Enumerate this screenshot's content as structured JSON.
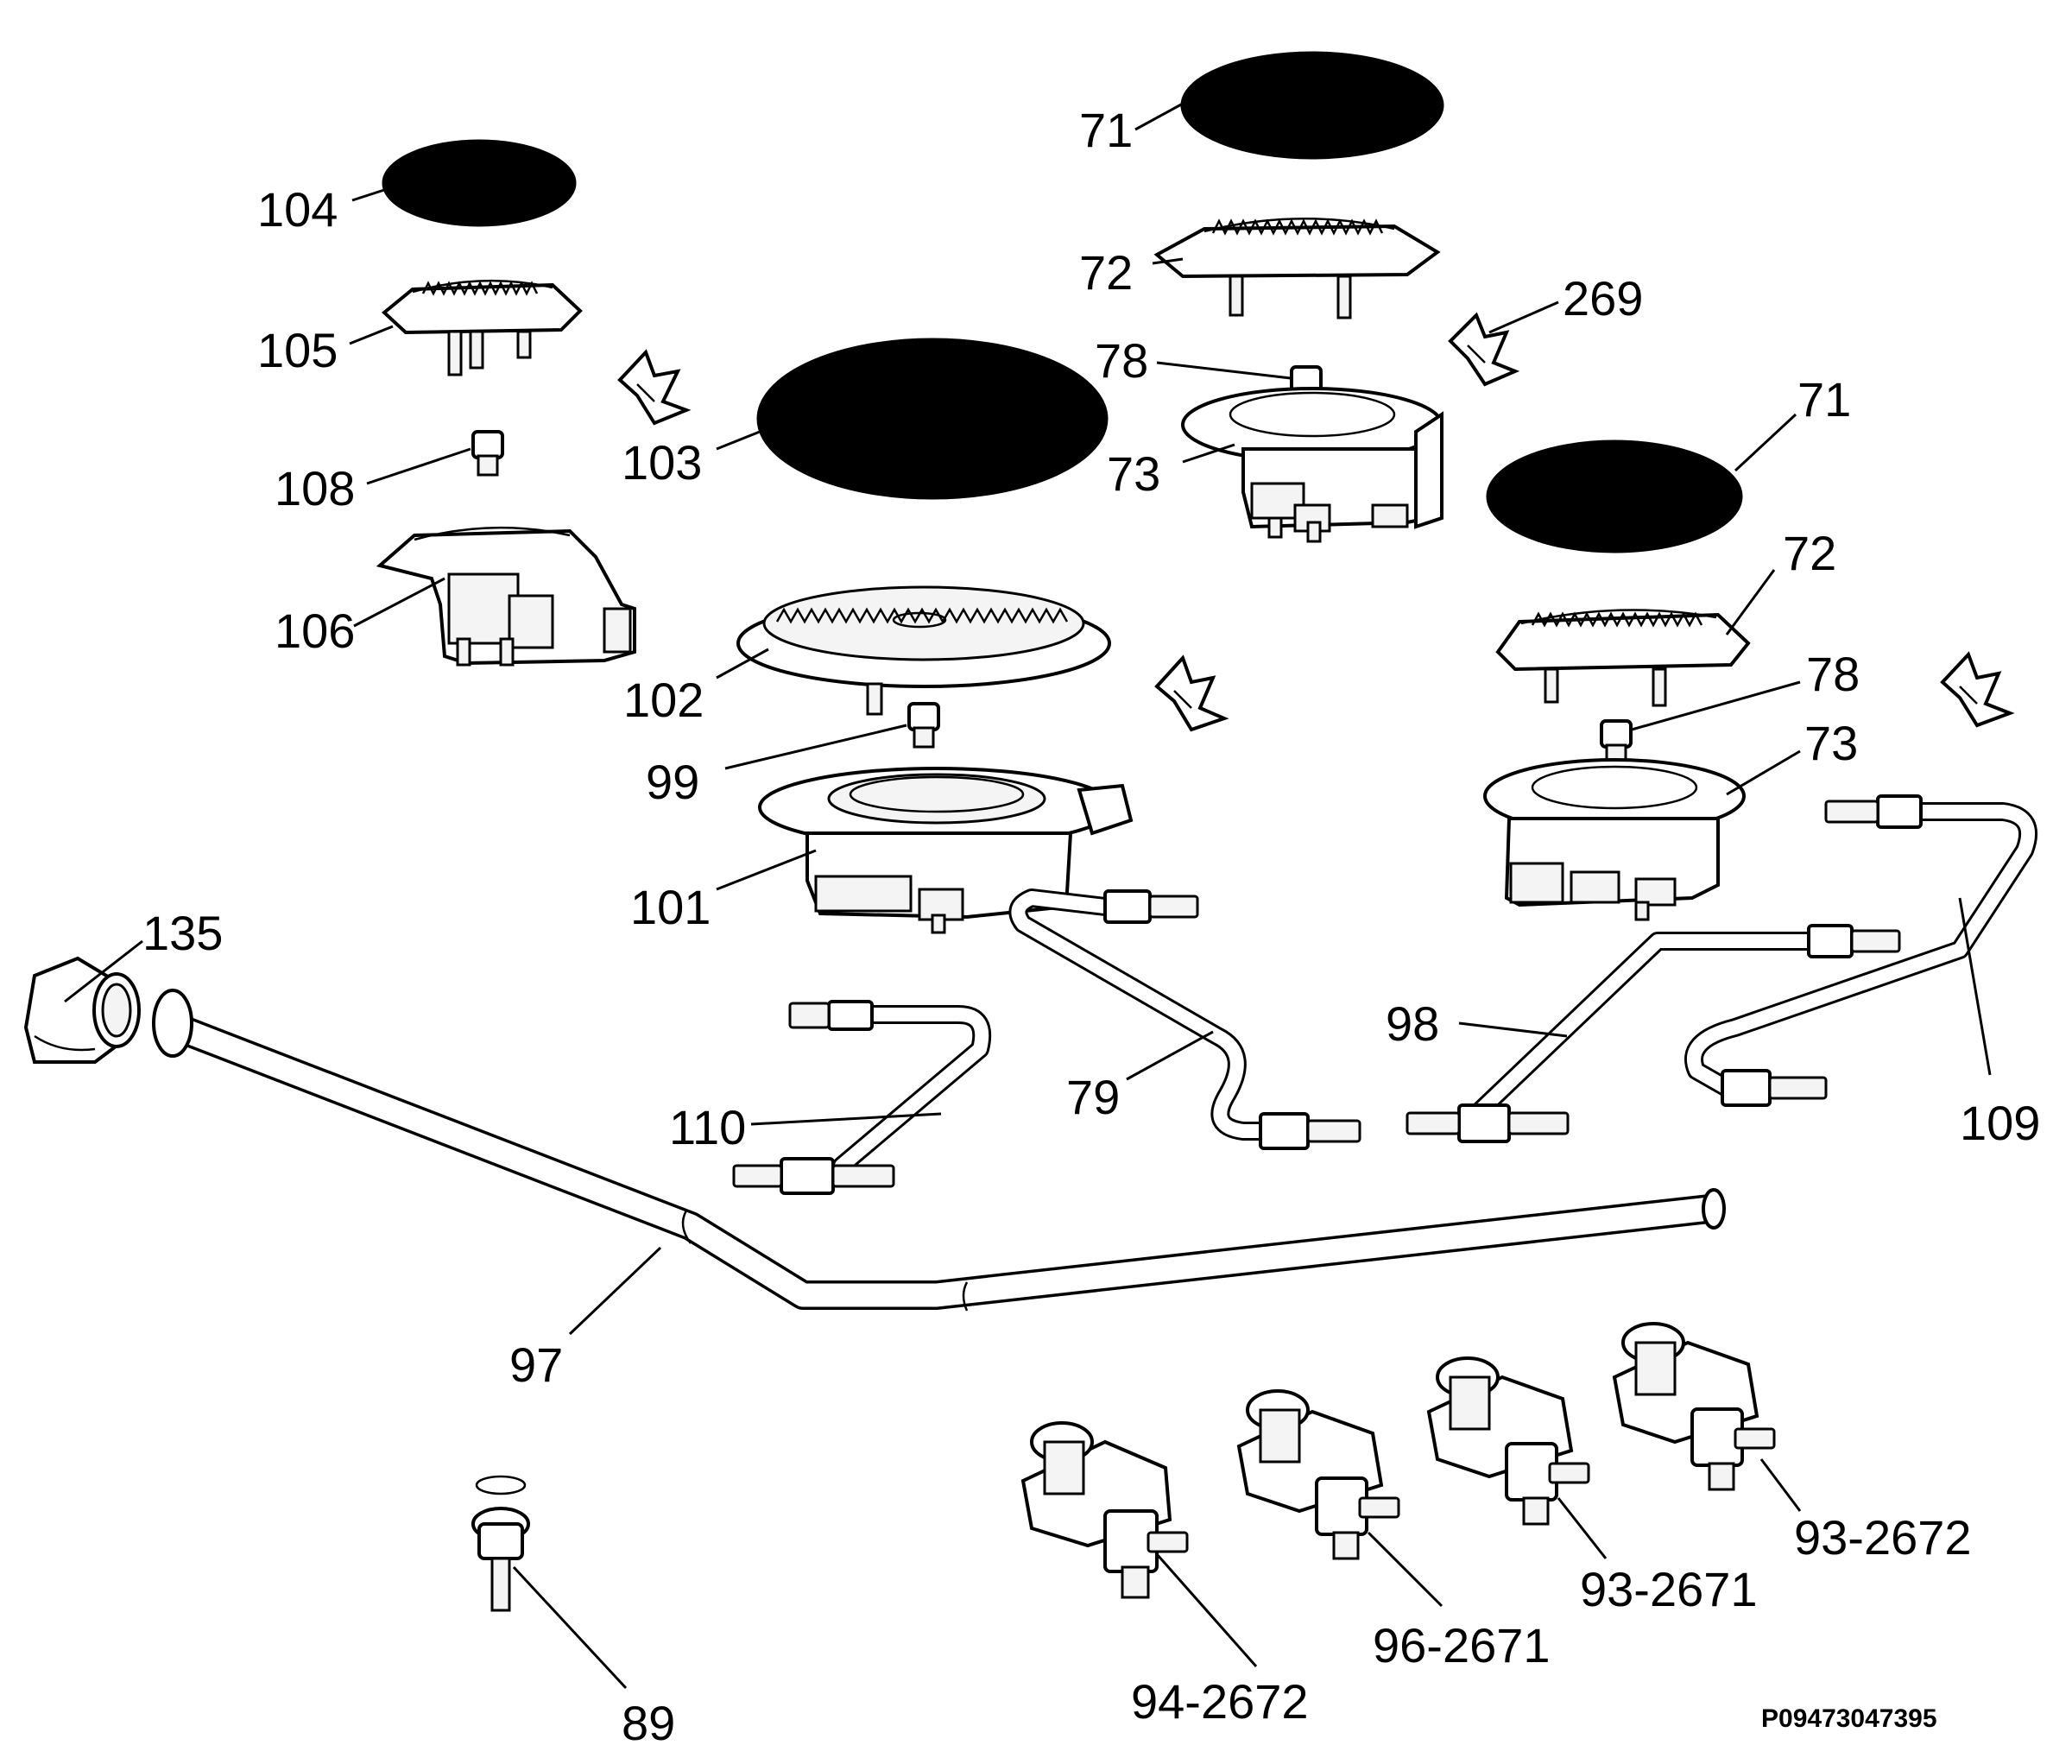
{
  "labels": {
    "l71a": "71",
    "l104": "104",
    "l72a": "72",
    "l269": "269",
    "l105": "105",
    "l78a": "78",
    "l103": "103",
    "l73a": "73",
    "l71b": "71",
    "l108": "108",
    "l72b": "72",
    "l106": "106",
    "l102": "102",
    "l78b": "78",
    "l99": "99",
    "l73b": "73",
    "l101": "101",
    "l135": "135",
    "l98": "98",
    "l79": "79",
    "l110": "110",
    "l109": "109",
    "l97": "97",
    "l93_2672": "93-2672",
    "l93_2671": "93-2671",
    "l96_2671": "96-2671",
    "l94_2672": "94-2672",
    "l89": "89"
  },
  "drawing_code": "P09473047395"
}
